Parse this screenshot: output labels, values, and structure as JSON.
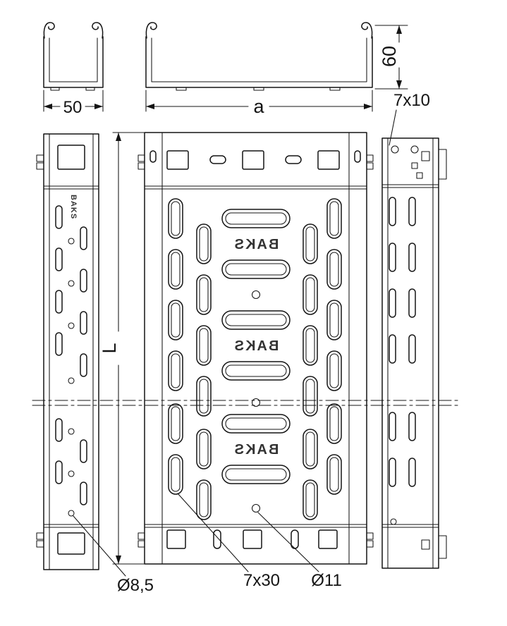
{
  "drawing": {
    "kind": "cable-tray-technical-drawing",
    "brand": "BAKS",
    "dimensions": {
      "width_section": "50",
      "width_variable": "a",
      "height": "60",
      "mount_slot": "7x10",
      "length_variable": "L",
      "side_hole_diameter": "Ø8,5",
      "perforation_slot": "7x30",
      "bottom_hole_diameter": "Ø11"
    }
  }
}
